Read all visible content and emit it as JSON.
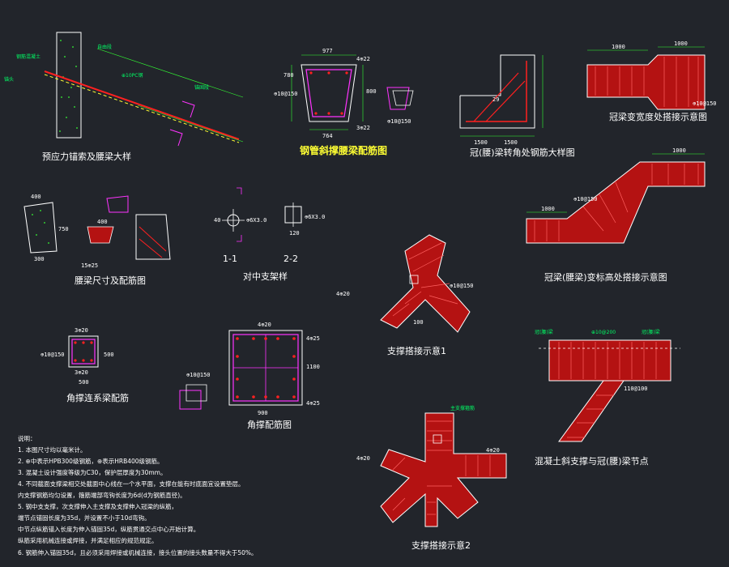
{
  "titles": {
    "prestress": "预应力锚索及腰梁大样",
    "steel_pipe": "钢管斜撑腰梁配筋图",
    "corner_beam": "冠(腰)梁转角处钢筋大样图",
    "width_change": "冠梁变宽度处搭接示意图",
    "waist_beam": "腰梁尺寸及配筋图",
    "center_support": "对中支架样",
    "sec11": "1-1",
    "sec22": "2-2",
    "cap_beam_change": "冠梁(腰梁)变标高处搭接示意图",
    "support_overlap1": "支撑搭接示意1",
    "corner_tie": "角撑连系梁配筋",
    "corner_support": "角撑配筋图",
    "concrete_node": "混凝土斜支撑与冠(腰)梁节点",
    "support_overlap2": "支撑搭接示意2"
  },
  "dims": {
    "d977": "977",
    "d4c22a": "4⊕22",
    "d780": "780",
    "d800": "800",
    "d3c22": "3⊕22",
    "d764": "764",
    "d10a150": "⊕10@150",
    "d10a150b": "⊕10@150",
    "d10a150c": "⊕10@150",
    "d10a150d": "⊕10@150",
    "d1500": "1500",
    "d1500b": "1500",
    "d1000a": "1000",
    "d1000b": "1000",
    "d1000c": "1000",
    "d400": "400",
    "d750": "750",
    "d300": "300",
    "d500": "500",
    "d15c25": "15⊕25",
    "d6x3": "⊕6X3.0",
    "d6x3b": "⊕6X3.0",
    "d40": "40",
    "d120": "120",
    "d3c20a": "3⊕20",
    "d3c20b": "3⊕20",
    "d500a": "500",
    "d500b": "500",
    "d4c20": "4⊕20",
    "d4c20b": "4⊕20",
    "d4c20c": "4⊕20",
    "d4c20d": "4⊕20",
    "d900": "900",
    "d1100": "1100",
    "d4c25": "4⊕25",
    "d4c25b": "4⊕25",
    "d300b": "300",
    "d100": "100",
    "d110": "110@100",
    "d29": "29"
  },
  "notes": {
    "heading": "说明：",
    "lines": [
      "1. 本图尺寸均以毫米计。",
      "2. ⊕中表示HPB300级钢筋，⊕表示HRB400级钢筋。",
      "3. 混凝土设计强度等级为C30，保护层厚度为30mm。",
      "4. 不同截面支撑梁相交处截面中心线在一个水平面，支撑在能有时底面宜设置垫层。",
      "   内支撑钢筋均匀设置，箍筋端部弯钩长度为6d(d为钢筋直径)。",
      "5. 钢中支支撑，次支撑伸入主支撑及支撑伸入冠梁的纵筋，",
      "   端节点锚固长度为35d，并设置不小于10d弯钩。",
      "   中节点纵筋锚入长度为伸入锚固35d，纵筋贯通交点中心开始计算。",
      "   纵筋采用机械连接或焊接，并满足相应的规范规定。",
      "6. 钢筋伸入锚固35d，且必须采用焊接或机械连接，接头位置的接头数量不得大于50%。"
    ]
  },
  "colors": {
    "background": "#22252b",
    "rebar_red": "#ff2020",
    "fill_red": "#b41212",
    "stirrup_magenta": "#ff33ff",
    "dimension_green": "#33ff33",
    "outline_white": "#ffffff",
    "title_yellow": "#ffff33"
  }
}
